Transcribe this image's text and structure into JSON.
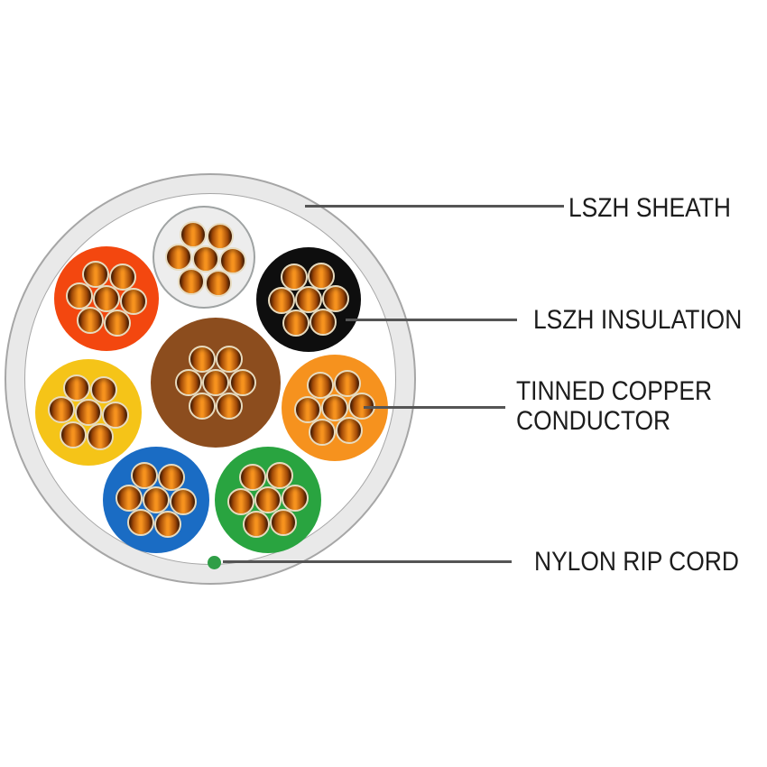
{
  "diagram": {
    "type": "cable-cross-section",
    "labels": {
      "sheath": "LSZH SHEATH",
      "insulation": "LSZH INSULATION",
      "conductor_line1": "TINNED COPPER",
      "conductor_line2": "CONDUCTOR",
      "ripcord": "NYLON RIP CORD"
    },
    "palette": {
      "background": "#ffffff",
      "sheath_fill": "#e9e9e9",
      "sheath_line": "#a6a6a6",
      "pointer_line": "#555555",
      "label_text": "#1c1c1c",
      "copper_dark": "#4f2206",
      "copper_mid": "#a24a08",
      "copper_bright": "#f6921e",
      "strand_rim": "#e7dbbf"
    },
    "strands_per_core": 7,
    "cores": [
      {
        "name": "white",
        "insulation_color": "#ededed",
        "border_color": "#9fa3a3"
      },
      {
        "name": "orange-red",
        "insulation_color": "#f3470f"
      },
      {
        "name": "black",
        "insulation_color": "#0e0e0e"
      },
      {
        "name": "brown",
        "insulation_color": "#8c4d1e"
      },
      {
        "name": "yellow",
        "insulation_color": "#f5c418"
      },
      {
        "name": "orange",
        "insulation_color": "#f6921e"
      },
      {
        "name": "blue",
        "insulation_color": "#1a6cc4"
      },
      {
        "name": "green",
        "insulation_color": "#29a440"
      }
    ],
    "rip_cord": {
      "color": "#2f9e47"
    }
  }
}
